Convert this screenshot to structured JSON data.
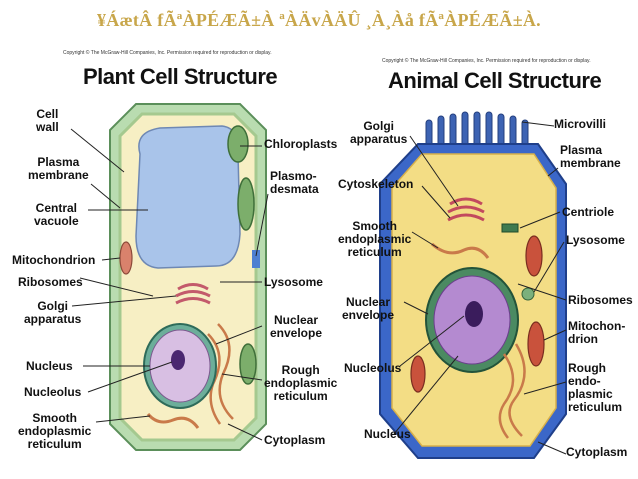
{
  "slide_title": "¥ÁætÂ fÃªÀPÉÆÃ±À ªÀÄvÀÄÛ ¸À¸Àå fÃªÀPÉÆÃ±À.",
  "colors": {
    "title": "#c8a64a"
  },
  "plant": {
    "copyright": "Copyright © The McGraw-Hill Companies, Inc. Permission required for reproduction or display.",
    "title": "Plant Cell Structure",
    "labels": {
      "cell_wall": "Cell\nwall",
      "plasma_membrane": "Plasma\nmembrane",
      "central_vacuole": "Central\nvacuole",
      "mitochondrion": "Mitochondrion",
      "ribosomes": "Ribosomes",
      "golgi": "Golgi\napparatus",
      "nucleus": "Nucleus",
      "nucleolus": "Nucleolus",
      "smooth_er": "Smooth\nendoplasmic\nreticulum",
      "chloroplasts": "Chloroplasts",
      "plasmodesmata": "Plasmo-\ndesmata",
      "lysosome": "Lysosome",
      "nuclear_envelope": "Nuclear\nenvelope",
      "rough_er": "Rough\nendoplasmic\nreticulum",
      "cytoplasm": "Cytoplasm"
    }
  },
  "animal": {
    "copyright": "Copyright © The McGraw-Hill Companies, Inc. Permission required for reproduction or display.",
    "title": "Animal Cell Structure",
    "labels": {
      "golgi": "Golgi\napparatus",
      "cytoskeleton": "Cytoskeleton",
      "smooth_er": "Smooth\nendoplasmic\nreticulum",
      "nuclear_envelope": "Nuclear\nenvelope",
      "nucleolus": "Nucleolus",
      "nucleus": "Nucleus",
      "microvilli": "Microvilli",
      "plasma_membrane": "Plasma\nmembrane",
      "centriole": "Centriole",
      "lysosome": "Lysosome",
      "ribosomes": "Ribosomes",
      "mitochondrion": "Mitochon-\ndrion",
      "rough_er": "Rough\nendo-\nplasmic\nreticulum",
      "cytoplasm": "Cytoplasm"
    }
  }
}
